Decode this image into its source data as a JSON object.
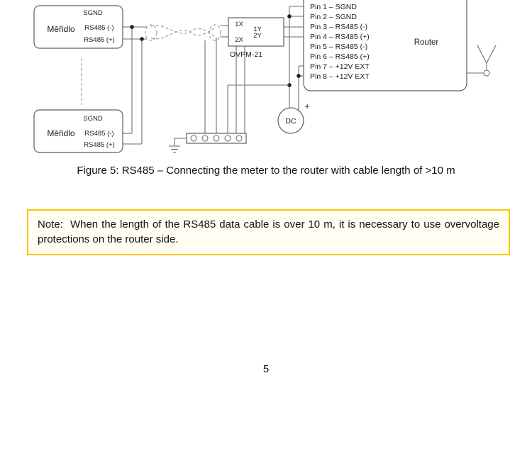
{
  "page": {
    "caption": "Figure 5: RS485 – Connecting the meter to the router with cable length of >10 m",
    "note_label": "Note:",
    "note_text": "When the length of the RS485 data cable is over 10 m, it is necessary to use overvoltage protections on the router side.",
    "page_number": "5"
  },
  "colors": {
    "note_border": "#f8c80a",
    "note_background": "#fffef0",
    "wire_line": "#6e6e6e"
  },
  "diagram": {
    "meter_top": {
      "name": "Měřidlo",
      "pins": [
        "SGND",
        "RS485 (-)",
        "RS485 (+)"
      ]
    },
    "meter_bottom": {
      "name": "Měřidlo",
      "pins": [
        "SGND",
        "RS485 (-)",
        "RS485 (+)"
      ]
    },
    "ovpm": {
      "label": "OVPM-21",
      "terminals": [
        "1X",
        "1Y",
        "2X",
        "2Y"
      ]
    },
    "router": {
      "label": "Router",
      "pins": [
        "Pin 1 – SGND",
        "Pin 2 – SGND",
        "Pin 3 – RS485 (-)",
        "Pin 4 – RS485 (+)",
        "Pin 5 – RS485 (-)",
        "Pin 6 – RS485 (+)",
        "Pin 7 – +12V EXT",
        "Pin 8 – +12V EXT"
      ]
    },
    "dc_supply": {
      "label": "DC",
      "polarity": "+"
    }
  }
}
